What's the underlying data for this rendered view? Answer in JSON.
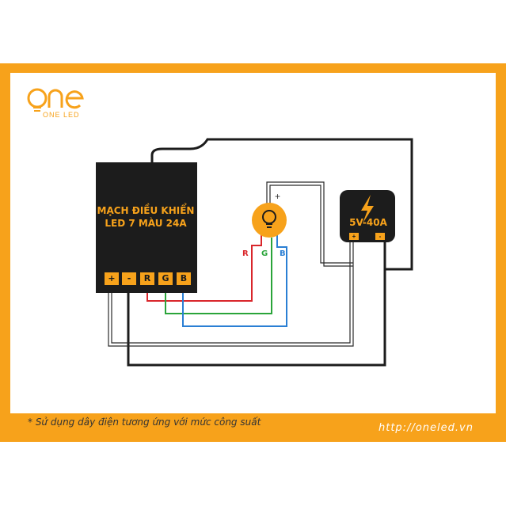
{
  "brand": {
    "logo_word": "one",
    "logo_sub": "ONE LED",
    "color": "#f7a21b"
  },
  "controller": {
    "title_line1": "MẠCH ĐIỀU KHIỂN",
    "title_line2": "LED 7 MÀU 24A",
    "terminals": [
      "+",
      "-",
      "R",
      "G",
      "B"
    ]
  },
  "power_supply": {
    "label": "5V-40A",
    "icon": "lightning-bolt-icon",
    "terminals": [
      "+",
      "-"
    ]
  },
  "led": {
    "icon": "light-bulb-icon",
    "plus_label": "+"
  },
  "wires": {
    "red": {
      "label": "R",
      "color": "#d9262b"
    },
    "green": {
      "label": "G",
      "color": "#2aa43a"
    },
    "blue": {
      "label": "B",
      "color": "#2a7fd4"
    }
  },
  "footer": {
    "note": "* Sử dụng dây điện tương ứng với mức công suất",
    "url": "http://oneled.vn"
  }
}
